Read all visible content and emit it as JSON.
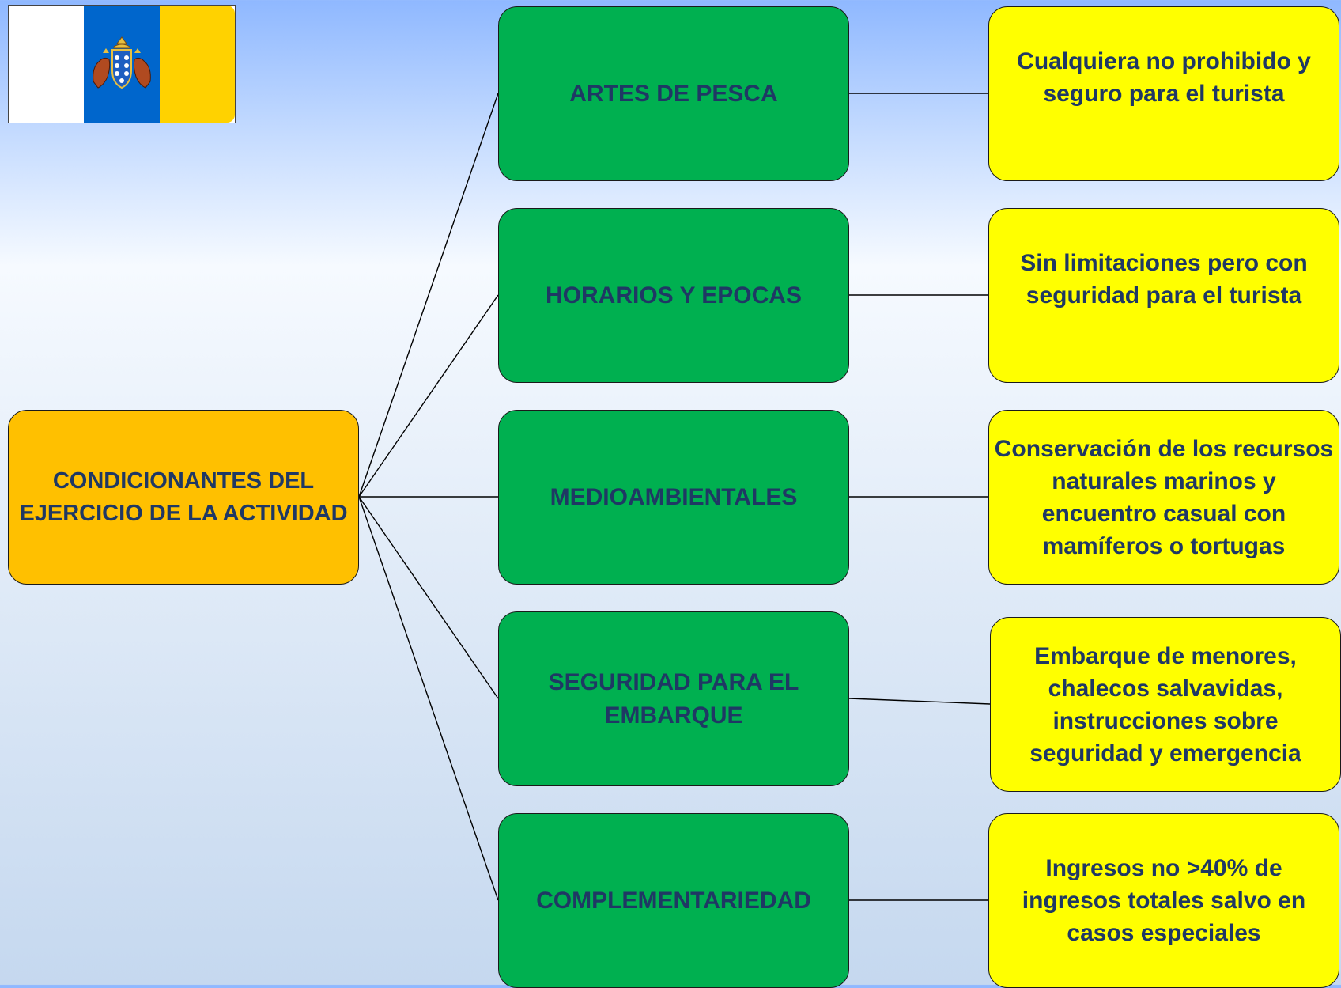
{
  "flag": {
    "icon": "canary-islands-flag-icon",
    "colors": [
      "#ffffff",
      "#0066cc",
      "#ffd200"
    ]
  },
  "root": {
    "label": "CONDICIONANTES DEL EJERCICIO DE LA ACTIVIDAD"
  },
  "categories": [
    {
      "label": "ARTES DE PESCA"
    },
    {
      "label": "HORARIOS Y EPOCAS"
    },
    {
      "label": "MEDIOAMBIENTALES"
    },
    {
      "label": "SEGURIDAD PARA EL EMBARQUE"
    },
    {
      "label": "COMPLEMENTARIEDAD"
    }
  ],
  "descriptions": [
    {
      "text": "Cualquiera no prohibido y seguro para el turista"
    },
    {
      "text": "Sin limitaciones pero con seguridad para el turista"
    },
    {
      "text": "Conservación de los recursos naturales marinos y encuentro casual con mamíferos o tortugas"
    },
    {
      "text": "Embarque de menores, chalecos salvavidas, instrucciones sobre seguridad y emergencia"
    },
    {
      "text": "Ingresos no >40% de ingresos totales salvo en casos especiales"
    }
  ],
  "colors": {
    "root": "#ffc000",
    "category": "#00b050",
    "description": "#ffff00",
    "text": "#1f3864"
  }
}
